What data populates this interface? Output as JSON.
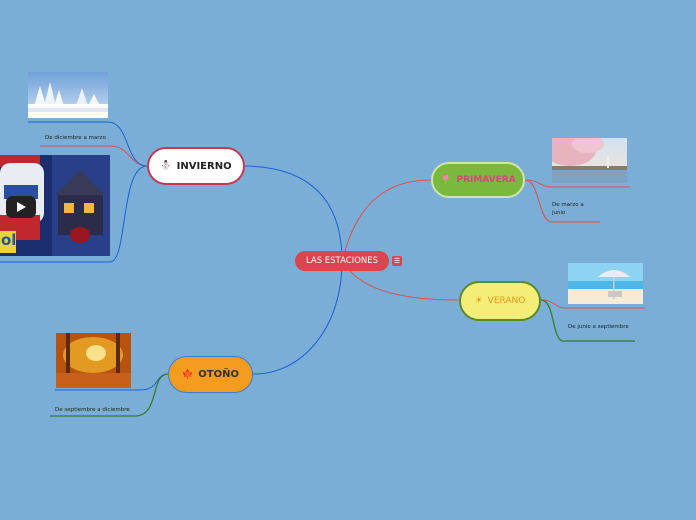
{
  "root": {
    "label": "LAS ESTACIONES",
    "collapse_icon": "☰"
  },
  "branches": {
    "invierno": {
      "label": "INVIERNO",
      "icon": "snowman-icon",
      "glyph": "⛄",
      "caption": "De diciembre a marzo"
    },
    "primavera": {
      "label": "PRIMAVERA",
      "icon": "flower-icon",
      "glyph": "🌷",
      "caption": "De marzo a junio"
    },
    "verano": {
      "label": "VERANO",
      "icon": "sun-icon",
      "glyph": "☀",
      "caption": "De junio a septiembre"
    },
    "otono": {
      "label": "OTOÑO",
      "icon": "leaf-icon",
      "glyph": "🍁",
      "caption": "De septiembre a diciembre"
    }
  },
  "video": {
    "partial_text": "ol"
  },
  "colors": {
    "background": "#7aaed6",
    "root": "#d9464d",
    "red_link": "#e05050",
    "blue_link": "#1f5fd6",
    "green_line": "#3a7a2a"
  }
}
